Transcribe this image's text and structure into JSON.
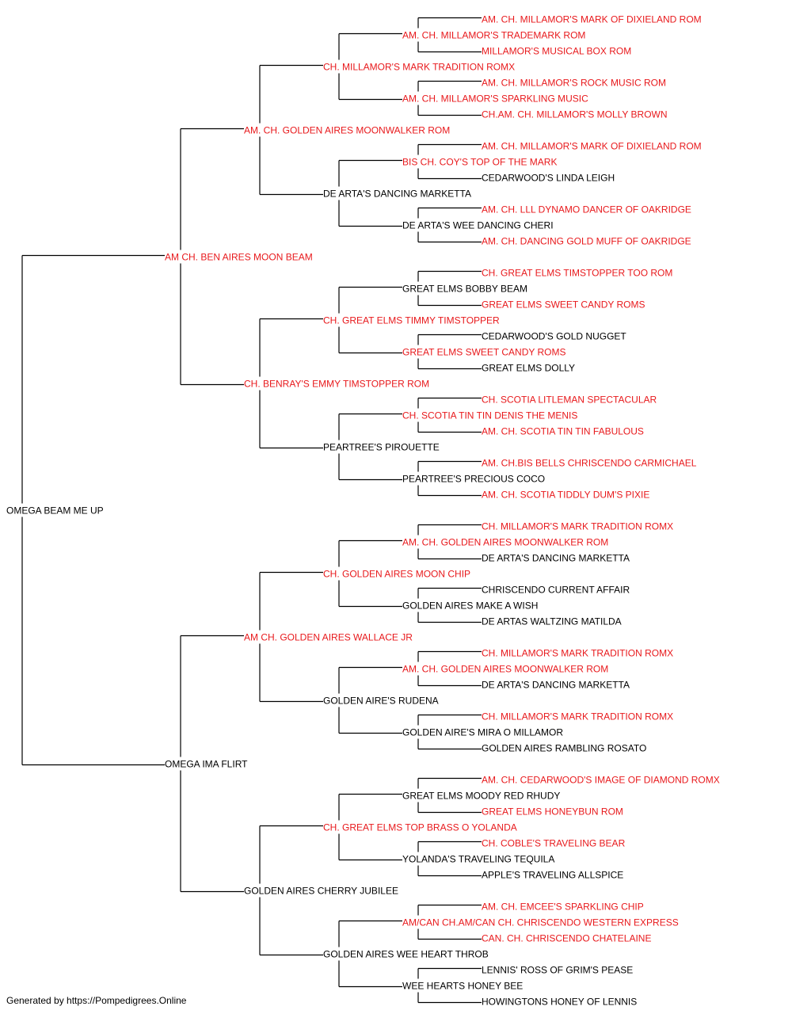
{
  "colors": {
    "champion": "#e8191c",
    "regular": "#000000",
    "line": "#000000"
  },
  "footer": "Generated by https://Pompedigrees.Online",
  "pedigree": {
    "name": "OMEGA BEAM ME UP",
    "ch": false,
    "sire": {
      "name": "AM CH. BEN AIRES MOON BEAM",
      "ch": true,
      "sire": {
        "name": "AM. CH. GOLDEN AIRES MOONWALKER ROM",
        "ch": true,
        "sire": {
          "name": "CH. MILLAMOR'S MARK TRADITION ROMX",
          "ch": true,
          "sire": {
            "name": "AM. CH. MILLAMOR'S TRADEMARK ROM",
            "ch": true,
            "sire": {
              "name": "AM. CH. MILLAMOR'S MARK OF DIXIELAND ROM",
              "ch": true
            },
            "dam": {
              "name": "MILLAMOR'S MUSICAL BOX ROM",
              "ch": true
            }
          },
          "dam": {
            "name": "AM. CH. MILLAMOR'S SPARKLING MUSIC",
            "ch": true,
            "sire": {
              "name": "AM. CH. MILLAMOR'S ROCK MUSIC ROM",
              "ch": true
            },
            "dam": {
              "name": "CH.AM. CH. MILLAMOR'S MOLLY BROWN",
              "ch": true
            }
          }
        },
        "dam": {
          "name": "DE ARTA'S DANCING MARKETTA",
          "ch": false,
          "sire": {
            "name": "BIS CH. COY'S TOP OF THE MARK",
            "ch": true,
            "sire": {
              "name": "AM. CH. MILLAMOR'S MARK OF DIXIELAND ROM",
              "ch": true
            },
            "dam": {
              "name": "CEDARWOOD'S LINDA LEIGH",
              "ch": false
            }
          },
          "dam": {
            "name": "DE ARTA'S WEE DANCING CHERI",
            "ch": false,
            "sire": {
              "name": "AM. CH. LLL DYNAMO DANCER OF OAKRIDGE",
              "ch": true
            },
            "dam": {
              "name": "AM. CH. DANCING GOLD MUFF OF OAKRIDGE",
              "ch": true
            }
          }
        }
      },
      "dam": {
        "name": "CH. BENRAY'S EMMY TIMSTOPPER ROM",
        "ch": true,
        "sire": {
          "name": "CH. GREAT ELMS TIMMY TIMSTOPPER",
          "ch": true,
          "sire": {
            "name": "GREAT ELMS BOBBY BEAM",
            "ch": false,
            "sire": {
              "name": "CH. GREAT ELMS TIMSTOPPER TOO ROM",
              "ch": true
            },
            "dam": {
              "name": "GREAT ELMS SWEET CANDY ROMS",
              "ch": true
            }
          },
          "dam": {
            "name": "GREAT ELMS SWEET CANDY ROMS",
            "ch": true,
            "sire": {
              "name": "CEDARWOOD'S GOLD NUGGET",
              "ch": false
            },
            "dam": {
              "name": "GREAT ELMS DOLLY",
              "ch": false
            }
          }
        },
        "dam": {
          "name": "PEARTREE'S PIROUETTE",
          "ch": false,
          "sire": {
            "name": "CH. SCOTIA TIN TIN DENIS THE MENIS",
            "ch": true,
            "sire": {
              "name": "CH. SCOTIA LITLEMAN SPECTACULAR",
              "ch": true
            },
            "dam": {
              "name": "AM. CH. SCOTIA TIN TIN FABULOUS",
              "ch": true
            }
          },
          "dam": {
            "name": "PEARTREE'S PRECIOUS COCO",
            "ch": false,
            "sire": {
              "name": "AM. CH.BIS BELLS CHRISCENDO CARMICHAEL",
              "ch": true
            },
            "dam": {
              "name": "AM. CH. SCOTIA TIDDLY DUM'S PIXIE",
              "ch": true
            }
          }
        }
      }
    },
    "dam": {
      "name": "OMEGA IMA FLIRT",
      "ch": false,
      "sire": {
        "name": "AM CH. GOLDEN AIRES WALLACE JR",
        "ch": true,
        "sire": {
          "name": "CH. GOLDEN AIRES MOON CHIP",
          "ch": true,
          "sire": {
            "name": "AM. CH. GOLDEN AIRES MOONWALKER ROM",
            "ch": true,
            "sire": {
              "name": "CH. MILLAMOR'S MARK TRADITION ROMX",
              "ch": true
            },
            "dam": {
              "name": "DE ARTA'S DANCING MARKETTA",
              "ch": false
            }
          },
          "dam": {
            "name": "GOLDEN AIRES MAKE A WISH",
            "ch": false,
            "sire": {
              "name": "CHRISCENDO CURRENT AFFAIR",
              "ch": false
            },
            "dam": {
              "name": "DE ARTAS WALTZING MATILDA",
              "ch": false
            }
          }
        },
        "dam": {
          "name": "GOLDEN AIRE'S RUDENA",
          "ch": false,
          "sire": {
            "name": "AM. CH. GOLDEN AIRES MOONWALKER ROM",
            "ch": true,
            "sire": {
              "name": "CH. MILLAMOR'S MARK TRADITION ROMX",
              "ch": true
            },
            "dam": {
              "name": "DE ARTA'S DANCING MARKETTA",
              "ch": false
            }
          },
          "dam": {
            "name": "GOLDEN AIRE'S MIRA O MILLAMOR",
            "ch": false,
            "sire": {
              "name": "CH. MILLAMOR'S MARK TRADITION ROMX",
              "ch": true
            },
            "dam": {
              "name": "GOLDEN AIRES RAMBLING ROSATO",
              "ch": false
            }
          }
        }
      },
      "dam": {
        "name": "GOLDEN AIRES CHERRY JUBILEE",
        "ch": false,
        "sire": {
          "name": "CH. GREAT ELMS TOP BRASS O YOLANDA",
          "ch": true,
          "sire": {
            "name": "GREAT ELMS MOODY RED RHUDY",
            "ch": false,
            "sire": {
              "name": "AM. CH. CEDARWOOD'S IMAGE OF DIAMOND ROMX",
              "ch": true
            },
            "dam": {
              "name": "GREAT ELMS HONEYBUN ROM",
              "ch": true
            }
          },
          "dam": {
            "name": "YOLANDA'S TRAVELING TEQUILA",
            "ch": false,
            "sire": {
              "name": "CH. COBLE'S TRAVELING BEAR",
              "ch": true
            },
            "dam": {
              "name": "APPLE'S TRAVELING ALLSPICE",
              "ch": false
            }
          }
        },
        "dam": {
          "name": "GOLDEN AIRES WEE HEART THROB",
          "ch": false,
          "sire": {
            "name": "AM/CAN CH.AM/CAN CH. CHRISCENDO WESTERN EXPRESS",
            "ch": true,
            "sire": {
              "name": "AM. CH. EMCEE'S SPARKLING CHIP",
              "ch": true
            },
            "dam": {
              "name": "CAN. CH. CHRISCENDO CHATELAINE",
              "ch": true
            }
          },
          "dam": {
            "name": "WEE HEARTS HONEY BEE",
            "ch": false,
            "sire": {
              "name": "LENNIS' ROSS OF GRIM'S PEASE",
              "ch": false
            },
            "dam": {
              "name": "HOWINGTONS HONEY OF LENNIS",
              "ch": false
            }
          }
        }
      }
    }
  }
}
